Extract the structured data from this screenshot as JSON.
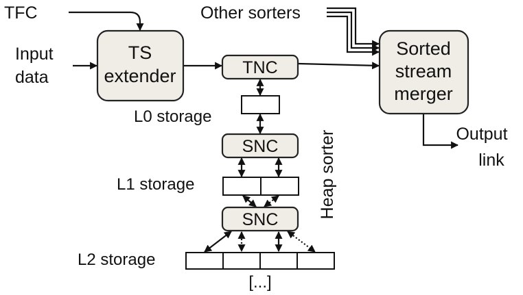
{
  "inputs": {
    "tfc": "TFC",
    "input_data_line1": "Input",
    "input_data_line2": "data",
    "other_sorters": "Other sorters"
  },
  "blocks": {
    "ts_extender_line1": "TS",
    "ts_extender_line2": "extender",
    "tnc": "TNC",
    "snc_1": "SNC",
    "snc_2": "SNC",
    "merger_line1": "Sorted",
    "merger_line2": "stream",
    "merger_line3": "merger"
  },
  "storage": {
    "l0": "L0 storage",
    "l1": "L1 storage",
    "l2": "L2 storage",
    "continuation": "[...]"
  },
  "labels": {
    "heap_sorter": "Heap sorter",
    "output_line1": "Output",
    "output_line2": "link"
  },
  "colors": {
    "block_fill": "#efede6",
    "stroke": "#222222",
    "cell_fill": "#ffffff"
  }
}
